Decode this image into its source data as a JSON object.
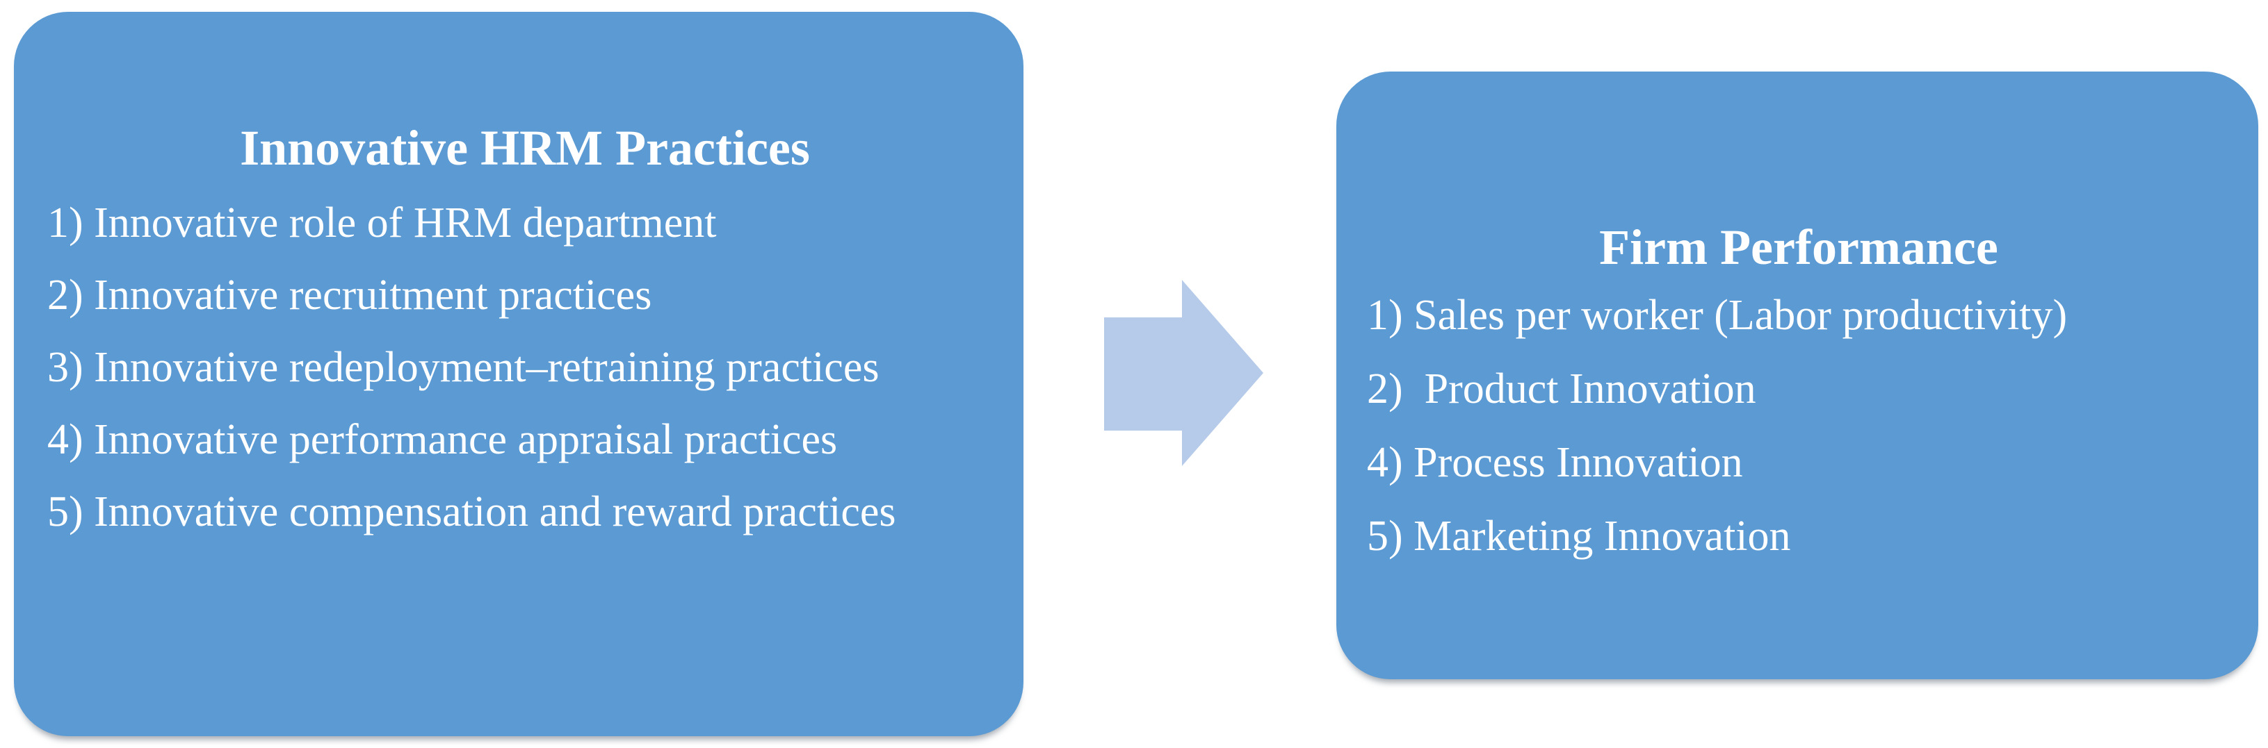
{
  "figure": {
    "type": "concept-diagram",
    "background": "#ffffff"
  },
  "colors": {
    "box_fill": "#5b9ad3",
    "arrow_fill": "#b6cbe9",
    "text": "#ffffff"
  },
  "left_box": {
    "title": "Innovative HRM Practices",
    "items": [
      "1) Innovative role of HRM department",
      "2) Innovative recruitment practices",
      "3) Innovative redeployment–retraining practices",
      "4) Innovative performance appraisal practices",
      "5) Innovative compensation and reward practices"
    ]
  },
  "right_box": {
    "title": "Firm Performance",
    "items": [
      "1) Sales per worker (Labor productivity)",
      "2)  Product Innovation",
      "4) Process Innovation",
      "5) Marketing Innovation"
    ]
  },
  "arrow": {
    "name": "right-block-arrow",
    "direction": "right"
  }
}
